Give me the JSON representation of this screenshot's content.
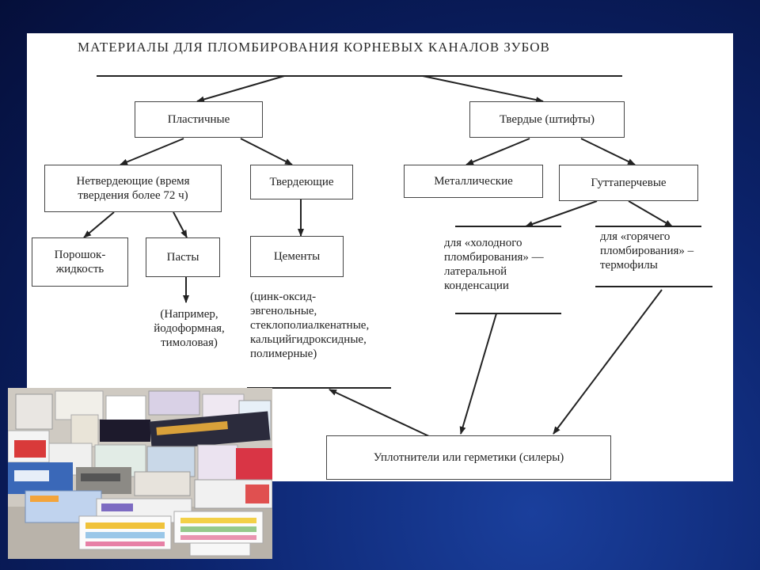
{
  "title": "МАТЕРИАЛЫ ДЛЯ ПЛОМБИРОВАНИЯ КОРНЕВЫХ КАНАЛОВ ЗУБОВ",
  "nodes": {
    "plastic": "Пластичные",
    "solid": "Твердые (штифты)",
    "non_hardening": "Нетвердеющие (время твердения более 72 ч)",
    "hardening": "Твердеющие",
    "metallic": "Металлические",
    "gutta": "Гуттаперчевые",
    "powder": "Порошок-жидкость",
    "pastes": "Пасты",
    "cements": "Цементы",
    "sealers": "Уплотнители или герметики (силеры)"
  },
  "texts": {
    "pastes_example": "(Например,\nйодоформная,\nтимоловая)",
    "cements_types": "(цинк-оксид-\nэвгенольные,\nстеклополиалкенатные,\nкальцийгидроксидные,\nполимерные)",
    "cold": "для «холодного\nпломбирования» —\nлатеральной\nконденсации",
    "hot": "для «горячего\nпломбирования» –\nтермофилы"
  },
  "photo": {
    "description_icon": "dental-materials-photo"
  },
  "colors": {
    "background": "#0c246e",
    "panel": "#ffffff",
    "line": "#222222"
  }
}
